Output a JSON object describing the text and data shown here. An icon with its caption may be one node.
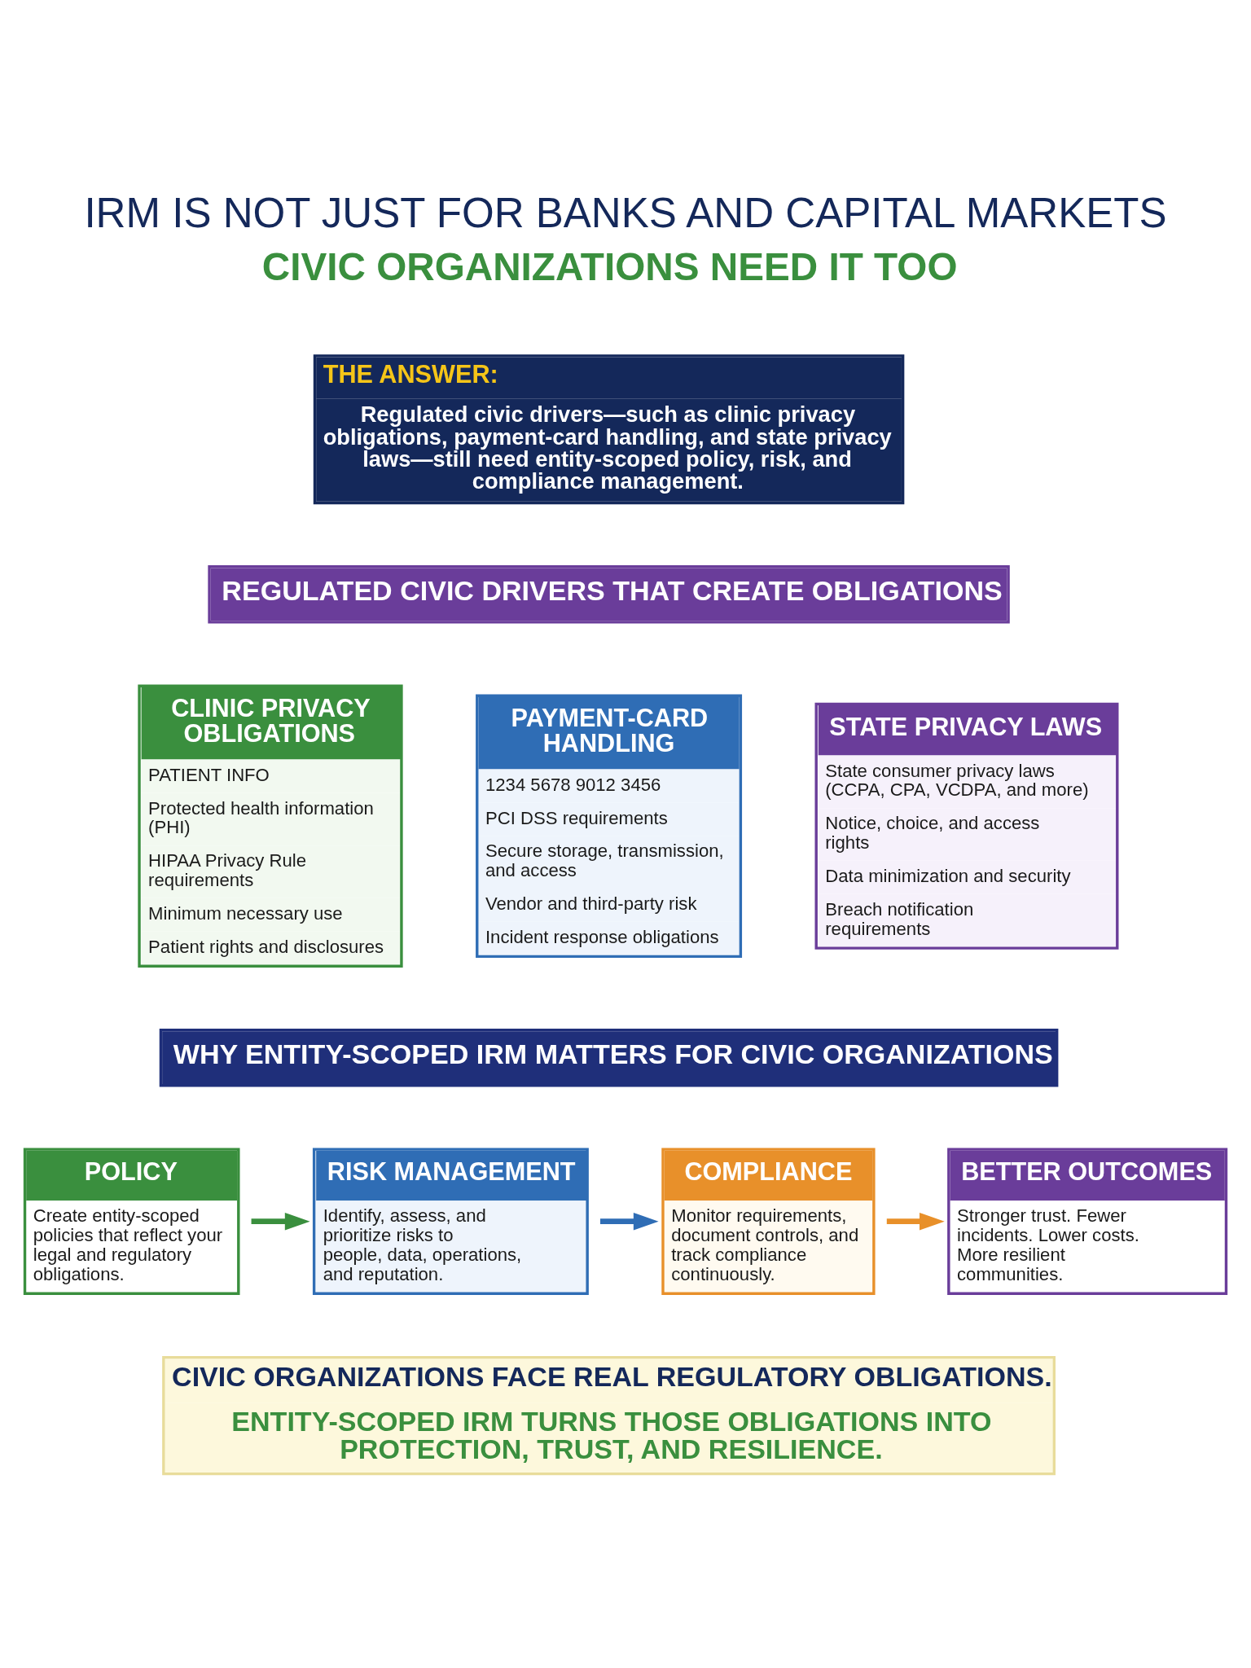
{
  "diagram": {
    "title": "IRM IS NOT JUST FOR BANKS AND CAPITAL MARKETS",
    "labels": [
      "CIVIC ORGANIZATIONS NEED IT TOO"
    ],
    "nodes": [
      {
        "text": [
          "THE ANSWER:",
          "Regulated civic drivers—such as clinic privacy obligations, payment-card handling, and state privacy laws—still need entity-scoped policy, risk, and compliance management."
        ]
      },
      {
        "text": [
          "REGULATED CIVIC DRIVERS THAT CREATE OBLIGATIONS"
        ]
      },
      {
        "text": [
          "CLINIC PRIVACY OBLIGATIONS",
          "PATIENT INFO",
          "Protected health information (PHI)",
          "HIPAA Privacy Rule requirements",
          "Minimum necessary use",
          "Patient rights and disclosures"
        ]
      },
      {
        "text": [
          "PAYMENT-CARD HANDLING",
          "1234 5678 9012 3456",
          "PCI DSS requirements",
          "Secure storage, transmission, and access",
          "Vendor and third-party risk",
          "Incident response obligations"
        ]
      },
      {
        "text": [
          "STATE PRIVACY LAWS",
          "State consumer privacy laws (CCPA, CPA, VCDPA, and more)",
          "Notice, choice, and access rights",
          "Data minimization and security",
          "Breach notification requirements"
        ]
      },
      {
        "text": [
          "WHY ENTITY-SCOPED IRM MATTERS FOR CIVIC ORGANIZATIONS"
        ]
      },
      {
        "text": [
          "POLICY",
          "Create entity-scoped policies that reflect your legal and regulatory obligations."
        ]
      },
      {
        "text": [
          "RISK MANAGEMENT",
          "Identify, assess, and prioritize risks to people, data, operations, and reputation."
        ]
      },
      {
        "text": [
          "COMPLIANCE",
          "Monitor requirements, document controls, and track compliance continuously."
        ]
      },
      {
        "text": [
          "BETTER OUTCOMES",
          "Stronger trust. Fewer incidents. Lower costs. More resilient communities."
        ]
      },
      {
        "text": [
          "CIVIC ORGANIZATIONS FACE REAL REGULATORY OBLIGATIONS.",
          "ENTITY-SCOPED IRM TURNS THOSE OBLIGATIONS INTO PROTECTION, TRUST, AND RESILIENCE."
        ]
      }
    ],
    "edges": [
      {
        "from": 6,
        "to": 7,
        "arrow": "to",
        "color": "#3a8f3e"
      },
      {
        "from": 7,
        "to": 8,
        "arrow": "to",
        "color": "#2f6db5"
      },
      {
        "from": 8,
        "to": 9,
        "arrow": "to",
        "color": "#e8902a"
      }
    ]
  }
}
